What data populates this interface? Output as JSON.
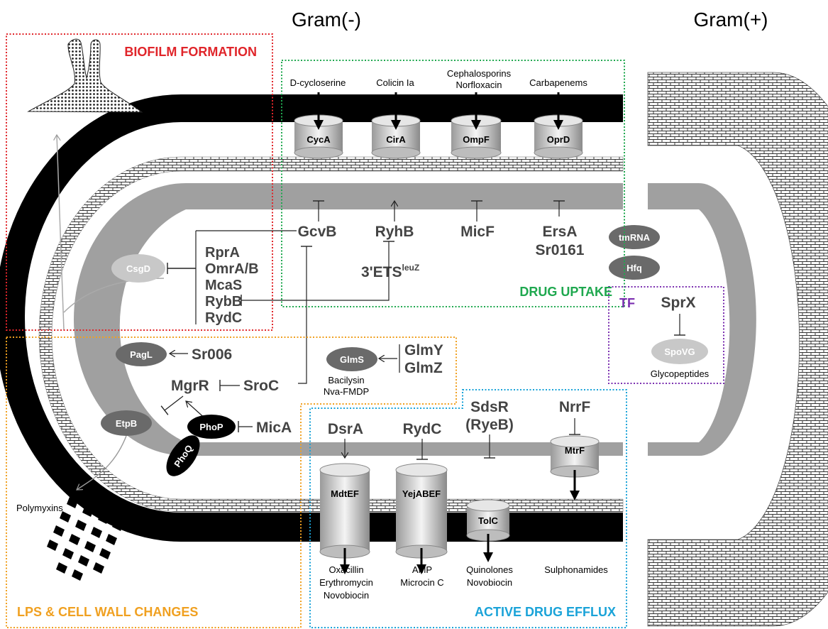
{
  "colors": {
    "biofilm": "#e0252a",
    "uptake": "#1fa84f",
    "lps": "#f0a020",
    "efflux": "#1aa3d8",
    "tf": "#7b2fb0",
    "membrane": "#000000",
    "periplasm_gray": "#9c9c9c",
    "protein_dark": "#6a6a6a",
    "protein_light": "#c8c8c8"
  },
  "headers": {
    "gram_neg": "Gram(-)",
    "gram_pos": "Gram(+)"
  },
  "boxes": {
    "biofilm": "BIOFILM FORMATION",
    "uptake": "DRUG UPTAKE",
    "lps": "LPS & CELL WALL CHANGES",
    "efflux": "ACTIVE DRUG EFFLUX",
    "tf": "TF"
  },
  "uptake": {
    "drugs": [
      "D-cycloserine",
      "Colicin Ia",
      "Cephalosporins",
      "Norfloxacin",
      "Carbapenems"
    ],
    "porins": [
      "CycA",
      "CirA",
      "OmpF",
      "OprD"
    ],
    "srnas": [
      "GcvB",
      "RyhB",
      "MicF",
      "ErsA",
      "Sr0161"
    ],
    "ets": "3'ETS",
    "ets_sup": "leuZ"
  },
  "biofilm": {
    "csgd": "CsgD",
    "srnas": [
      "RprA",
      "OmrA/B",
      "McaS",
      "RybB",
      "RydC"
    ]
  },
  "right": {
    "tmrna": "tmRNA",
    "hfq": "Hfq",
    "sprx": "SprX",
    "spovg": "SpoVG",
    "glycopeptides": "Glycopeptides"
  },
  "lps": {
    "pagl": "PagL",
    "sr006": "Sr006",
    "glms": "GlmS",
    "glmy": "GlmY",
    "glmz": "GlmZ",
    "bacilysin": "Bacilysin",
    "nvafmdp": "Nva-FMDP",
    "mgrr": "MgrR",
    "sroc": "SroC",
    "etpb": "EtpB",
    "phop": "PhoP",
    "phoq": "PhoQ",
    "mica": "MicA",
    "polymyxins": "Polymyxins"
  },
  "efflux": {
    "srnas": [
      "DsrA",
      "RydC",
      "SdsR",
      "(RyeB)",
      "NrrF"
    ],
    "pumps": [
      "MdtEF",
      "YejABEF",
      "TolC",
      "MtrF"
    ],
    "drugs": [
      "Oxacillin",
      "Erythromycin",
      "Novobiocin",
      "AMP",
      "Microcin C",
      "Quinolones",
      "Novobiocin",
      "Sulphonamides"
    ]
  }
}
